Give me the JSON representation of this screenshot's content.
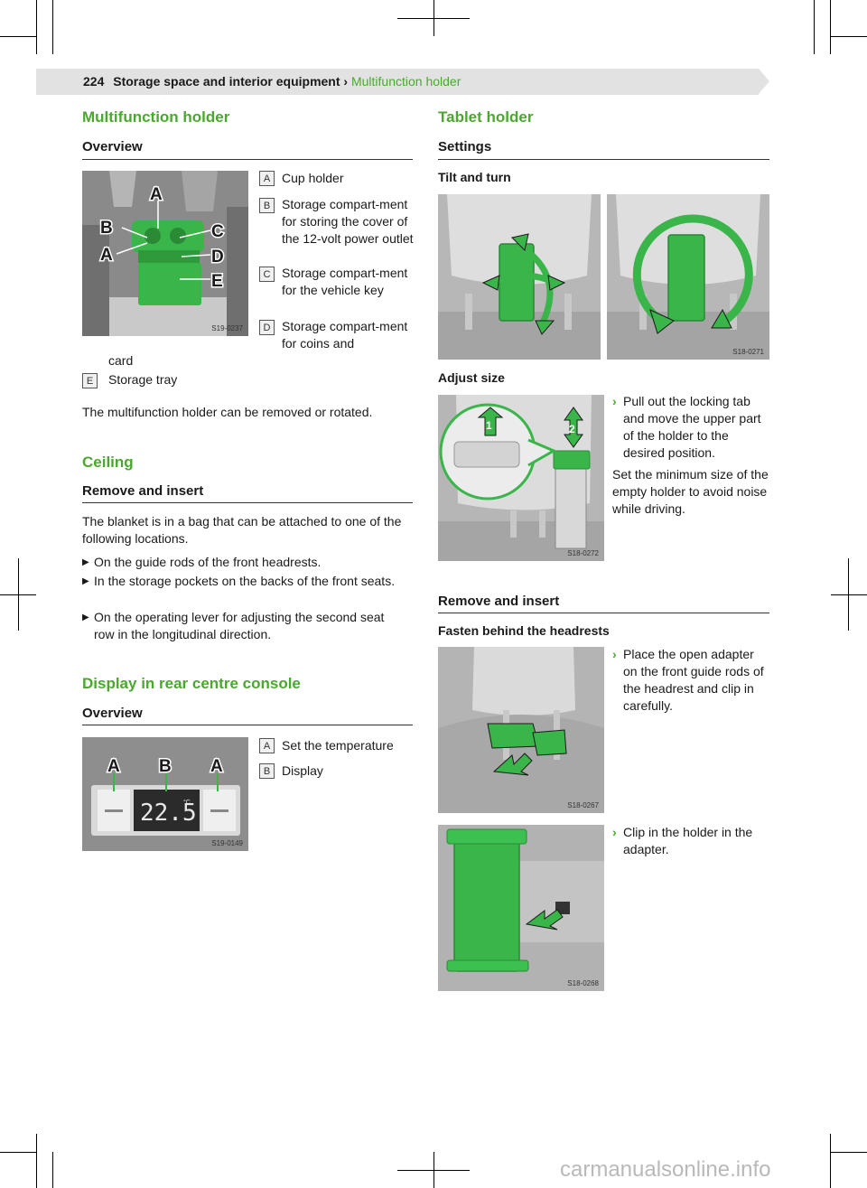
{
  "header": {
    "page_number": "224",
    "section": "Storage space and interior equipment ›",
    "current": "Multifunction holder"
  },
  "left": {
    "mf_title": "Multifunction holder",
    "mf_overview": "Overview",
    "mf_fig_code": "S19-0237",
    "mf_fig_letters": [
      "A",
      "B",
      "C",
      "A",
      "D",
      "E"
    ],
    "mf_legend": [
      {
        "key": "A",
        "text": "Cup holder"
      },
      {
        "key": "B",
        "text": "Storage compart-ment for storing the cover of the 12-volt power outlet"
      },
      {
        "key": "C",
        "text": "Storage compart-ment for the vehicle key"
      },
      {
        "key": "D",
        "text": "Storage compart-ment for coins and card"
      },
      {
        "key": "E",
        "text": "Storage tray"
      }
    ],
    "mf_note": "The multifunction holder can be removed or rotated.",
    "ceiling_title": "Ceiling",
    "ceiling_sub": "Remove and insert",
    "ceiling_intro": "The blanket is in a bag that can be attached to one of the following locations.",
    "ceiling_bullets": [
      "On the guide rods of the front headrests.",
      "In the storage pockets on the backs of the front seats.",
      "On the operating lever for adjusting the second seat row in the longitudinal direction."
    ],
    "display_title": "Display in rear centre console",
    "display_sub": "Overview",
    "display_fig_code": "S19-0149",
    "display_value": "22.5",
    "display_unit": "°C",
    "display_fig_letters": [
      "A",
      "B",
      "A"
    ],
    "display_legend": [
      {
        "key": "A",
        "text": "Set the temperature"
      },
      {
        "key": "B",
        "text": "Display"
      }
    ]
  },
  "right": {
    "tablet_title": "Tablet holder",
    "settings_sub": "Settings",
    "tilt_heading": "Tilt and turn",
    "tilt_fig_code": "S18-0271",
    "adjust_heading": "Adjust size",
    "adjust_fig_code": "S18-0272",
    "adjust_fig_nums": [
      "1",
      "2"
    ],
    "adjust_step": "Pull out the locking tab and move the upper part of the holder to the desired position.",
    "adjust_note": "Set the minimum size of the empty holder to avoid noise while driving.",
    "remove_sub": "Remove and insert",
    "fasten_heading": "Fasten behind the headrests",
    "fasten_fig_code": "S18-0267",
    "fasten_step": "Place the open adapter on the front guide rods of the headrest and clip in carefully.",
    "clip_fig_code": "S18-0268",
    "clip_step": "Clip in the holder in the adapter."
  },
  "footer": {
    "watermark": "carmanualsonline.info"
  },
  "colors": {
    "accent": "#4ba82e",
    "header_band": "#e2e2e2",
    "figure_green": "#39b54a"
  }
}
